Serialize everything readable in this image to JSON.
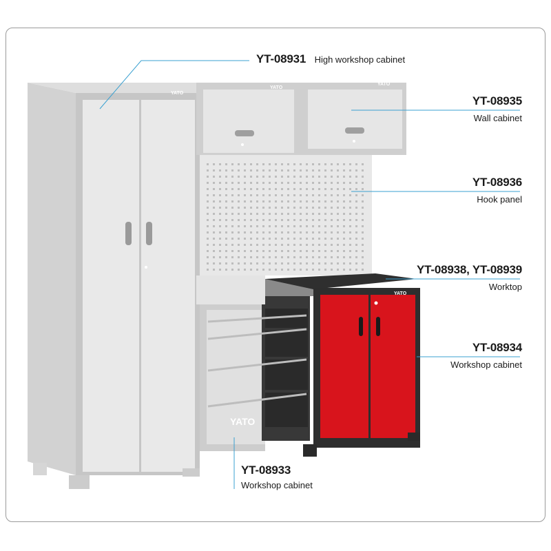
{
  "brand": "YATO",
  "colors": {
    "accent_red": "#d8141c",
    "dark_body": "#2e2e2e",
    "faded_grey": "#c9c9c9",
    "callout_line": "#3aa0d0"
  },
  "products": {
    "high_cabinet": {
      "code": "YT-08931",
      "description": "High workshop cabinet"
    },
    "wall_cabinet": {
      "code": "YT-08935",
      "description": "Wall cabinet"
    },
    "hook_panel": {
      "code": "YT-08936",
      "description": "Hook panel"
    },
    "worktop": {
      "code": "YT-08938, YT-08939",
      "description": "Worktop"
    },
    "workshop_cabinet_red": {
      "code": "YT-08934",
      "description": "Workshop cabinet"
    },
    "workshop_cabinet_drawers": {
      "code": "YT-08933",
      "description": "Workshop cabinet"
    }
  }
}
